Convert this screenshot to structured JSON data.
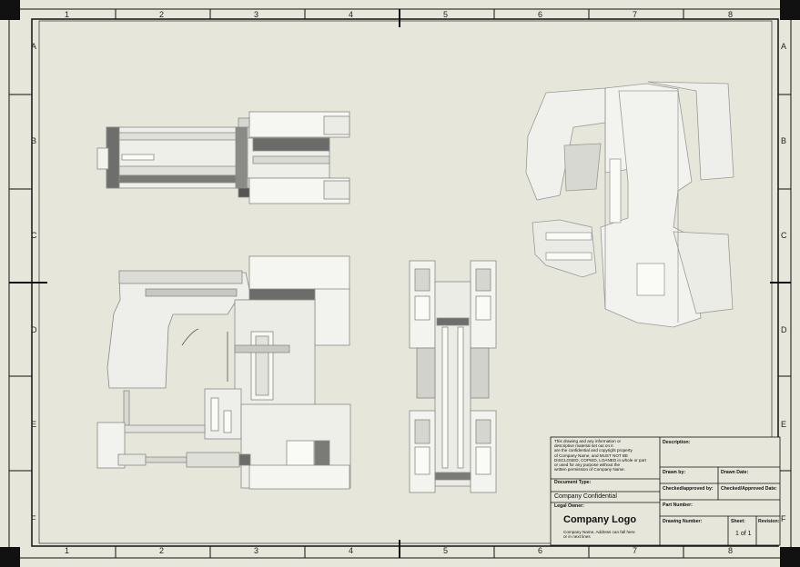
{
  "zones": {
    "columns": [
      "1",
      "2",
      "3",
      "4",
      "5",
      "6",
      "7",
      "8"
    ],
    "rows": [
      "A",
      "B",
      "C",
      "D",
      "E",
      "F"
    ]
  },
  "title_block": {
    "confidential_notice": [
      "This drawing and any information or",
      "descriptive material set out on it",
      "are the confidential and copyright property",
      "of Company Name, and MUST NOT BE",
      "DISCLOSED, COPIED, LOANED in whole or part",
      "or used for any purpose without the",
      "written permission of Company Name."
    ],
    "document_type_label": "Document Type:",
    "confidentiality": "Company Confidential",
    "legal_owner_label": "Legal Owner:",
    "company_logo": "Company Logo",
    "address": [
      "Company Name, Address can fall here",
      "or in next lines"
    ],
    "description_label": "Description:",
    "drawn_by_label": "Drawn by:",
    "drawn_date_label": "Drawn Date:",
    "checked_by_label": "Checked/approved by:",
    "checked_date_label": "Checked/Approved Date:",
    "part_number_label": "Part Number:",
    "drawing_number_label": "Drawing Number:",
    "sheet_label": "Sheet:",
    "sheet_value": "1 of 1",
    "revision_label": "Revision:"
  },
  "colors": {
    "paper": "#e6e6da",
    "line": "#111111",
    "part_fill": "#f0f0ec",
    "part_shadow": "#7a7a78"
  }
}
